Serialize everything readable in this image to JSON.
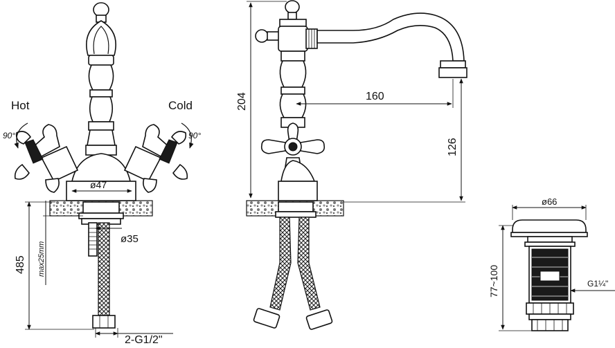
{
  "labels": {
    "hot": "Hot",
    "cold": "Cold",
    "rot_left": "90°",
    "rot_right": "90°",
    "d47": "ø47",
    "d35": "ø35",
    "h485": "485",
    "max25": "max25mm",
    "thread": "2-G1/2\"",
    "h204": "204",
    "w160": "160",
    "h126": "126",
    "d66": "ø66",
    "h77_100": "77~100",
    "g114": "G1¼\""
  }
}
